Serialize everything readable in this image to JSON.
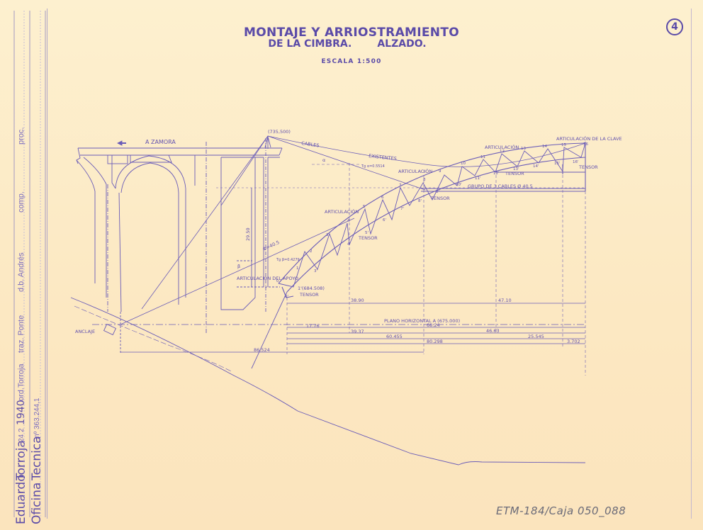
{
  "drawing": {
    "title_line1": "MONTAJE Y ARRIOSTRAMIENTO",
    "title_line2a": "DE LA CIMBRA.",
    "title_line2b": "ALZADO.",
    "scale": "ESCALA 1:500",
    "sheet_number": "4",
    "archive_ref": "ETM-184/Caja 050_088"
  },
  "title_block": {
    "author_first": "Eduardo",
    "author_last": "Torroja",
    "date_day": "24",
    "date_month": "2",
    "date_year": "1940",
    "ord": "ord.Torroja",
    "traz": "traz. Ponte",
    "dib": "d.b. Andrés",
    "comp": "comp.",
    "proc": "proc.",
    "office1": "Oficina",
    "office2": "Tecnica",
    "number": "nº 363.244,1"
  },
  "labels": {
    "direction": "A ZAMORA",
    "top_point": "(735,500)",
    "cables": "CABLES",
    "existentes": "EXISTENTES",
    "alpha": "α",
    "tg_alpha": "Tg α=0.5514",
    "articulacion_top": "ARTICULACIÓN",
    "articulacion_mid": "ARTICULACIÓN",
    "articulacion_right": "ARTICULACIÓN",
    "articulacion_clave": "ARTICULACIÓN DE LA CLAVE",
    "articulacion_apoyo": "ARTICULACIÓN DEL APOYO",
    "tensor": "TENSOR",
    "grupo_cables": "GRUPO DE 3 CABLES Ø 40.5",
    "phi": "Φ=40.5",
    "beta": "β",
    "tg_beta": "Tg β=0.4279",
    "height": "29.50",
    "point1": "1'(684.508)",
    "anclaje": "ANCLAJE",
    "plano": "PLANO HORIZONTAL A (675.000)"
  },
  "truss_nodes_upper": [
    "0",
    "1",
    "2",
    "3",
    "4",
    "5",
    "6",
    "7",
    "8",
    "9",
    "10",
    "11",
    "12",
    "13",
    "14",
    "15",
    "16"
  ],
  "truss_nodes_lower": [
    "0'",
    "1'",
    "2'",
    "3'",
    "4'",
    "5'",
    "6'",
    "7'",
    "8'",
    "9'",
    "10'",
    "11'",
    "12'",
    "13'",
    "14'",
    "15'",
    "16'"
  ],
  "dimensions": {
    "d1": "38.90",
    "d2": "47.10",
    "d3": "17.76",
    "d4": "39.37",
    "d5": "68.24",
    "d6": "60.455",
    "d7": "46.63",
    "d8": "80.298",
    "d9": "25.545",
    "d10": "3.702",
    "d11": "86.524"
  },
  "colors": {
    "paper": "#fcecc8",
    "ink": "#5a4aa8"
  }
}
